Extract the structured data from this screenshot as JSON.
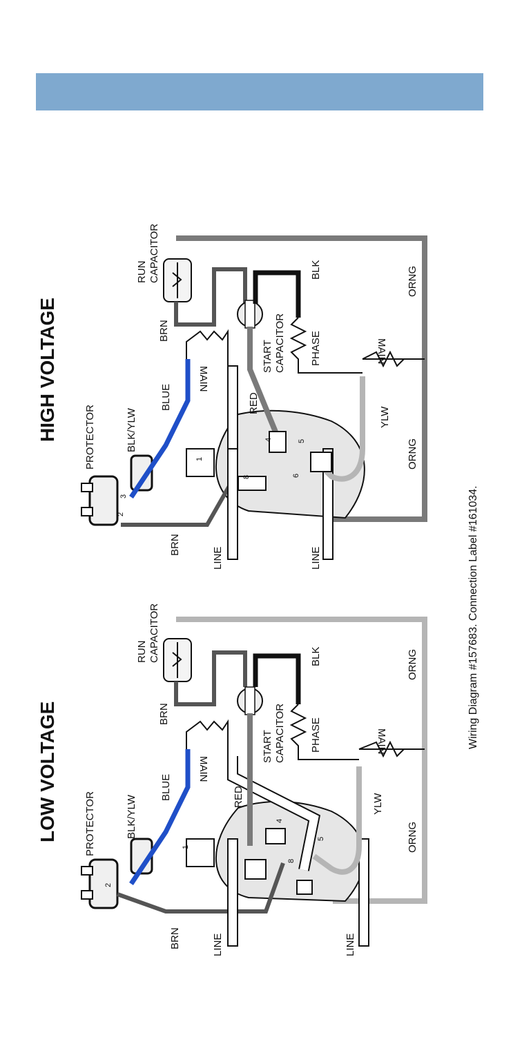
{
  "colors": {
    "header_bar": "#7fa9cf",
    "wire_blue": "#1f4fc8",
    "wire_black": "#111111",
    "wire_dark_gray": "#555555",
    "wire_mid_gray": "#7a7a7a",
    "wire_light_gray": "#b5b5b5",
    "body_fill": "#e6e6e6"
  },
  "footer": "Wiring Diagram #157683.  Connection Label  #161034.",
  "high": {
    "title": "HIGH VOLTAGE",
    "protector": "PROTECTOR",
    "blkylw": "BLK/YLW",
    "blue": "BLUE",
    "brn_top": "BRN",
    "brn_bottom": "BRN",
    "run_capacitor_1": "RUN",
    "run_capacitor_2": "CAPACITOR",
    "main_upper": "MAIN",
    "main_lower": "MAIN",
    "red": "RED",
    "blk": "BLK",
    "start_capacitor_1": "START",
    "start_capacitor_2": "CAPACITOR",
    "phase": "PHASE",
    "orng_top": "ORNG",
    "orng_bottom": "ORNG",
    "ylw": "YLW",
    "line_1": "LINE",
    "line_2": "LINE",
    "t1": "1",
    "t2": "2",
    "t3": "3",
    "t4": "4",
    "t5": "5",
    "t6": "6",
    "t8": "8"
  },
  "low": {
    "title": "LOW VOLTAGE",
    "protector": "PROTECTOR",
    "blkylw": "BLK/YLW",
    "blue": "BLUE",
    "brn_top": "BRN",
    "brn_bottom": "BRN",
    "run_capacitor_1": "RUN",
    "run_capacitor_2": "CAPACITOR",
    "main_upper": "MAIN",
    "main_lower": "MAIN",
    "red": "RED",
    "blk": "BLK",
    "start_capacitor_1": "START",
    "start_capacitor_2": "CAPACITOR",
    "phase": "PHASE",
    "orng_top": "ORNG",
    "orng_bottom": "ORNG",
    "ylw": "YLW",
    "line_1": "LINE",
    "line_2": "LINE",
    "t1": "1",
    "t2": "2",
    "t4": "4",
    "t5": "5",
    "t8": "8"
  }
}
